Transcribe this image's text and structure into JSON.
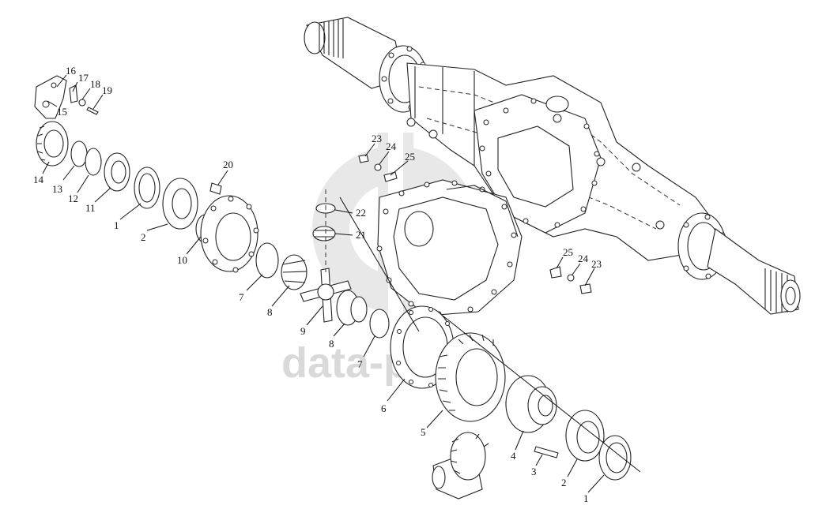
{
  "watermark": {
    "text": "data-parts",
    "color": "#d9d9d9"
  },
  "callouts": [
    {
      "id": "c16a",
      "text": "16"
    },
    {
      "id": "c17",
      "text": "17"
    },
    {
      "id": "c18",
      "text": "18"
    },
    {
      "id": "c19",
      "text": "19"
    },
    {
      "id": "c15",
      "text": "15"
    },
    {
      "id": "c14",
      "text": "14"
    },
    {
      "id": "c13",
      "text": "13"
    },
    {
      "id": "c12",
      "text": "12"
    },
    {
      "id": "c11",
      "text": "11"
    },
    {
      "id": "c1a",
      "text": "1"
    },
    {
      "id": "c2a",
      "text": "2"
    },
    {
      "id": "c10",
      "text": "10"
    },
    {
      "id": "c20",
      "text": "20"
    },
    {
      "id": "c7a",
      "text": "7"
    },
    {
      "id": "c8a",
      "text": "8"
    },
    {
      "id": "c9",
      "text": "9"
    },
    {
      "id": "c8b",
      "text": "8"
    },
    {
      "id": "c7b",
      "text": "7"
    },
    {
      "id": "c6",
      "text": "6"
    },
    {
      "id": "c5",
      "text": "5"
    },
    {
      "id": "c4",
      "text": "4"
    },
    {
      "id": "c3",
      "text": "3"
    },
    {
      "id": "c2b",
      "text": "2"
    },
    {
      "id": "c1b",
      "text": "1"
    },
    {
      "id": "c22",
      "text": "22"
    },
    {
      "id": "c21",
      "text": "21"
    },
    {
      "id": "c23a",
      "text": "23"
    },
    {
      "id": "c24a",
      "text": "24"
    },
    {
      "id": "c25a",
      "text": "25"
    },
    {
      "id": "c25b",
      "text": "25"
    },
    {
      "id": "c24b",
      "text": "24"
    },
    {
      "id": "c23b",
      "text": "23"
    }
  ]
}
